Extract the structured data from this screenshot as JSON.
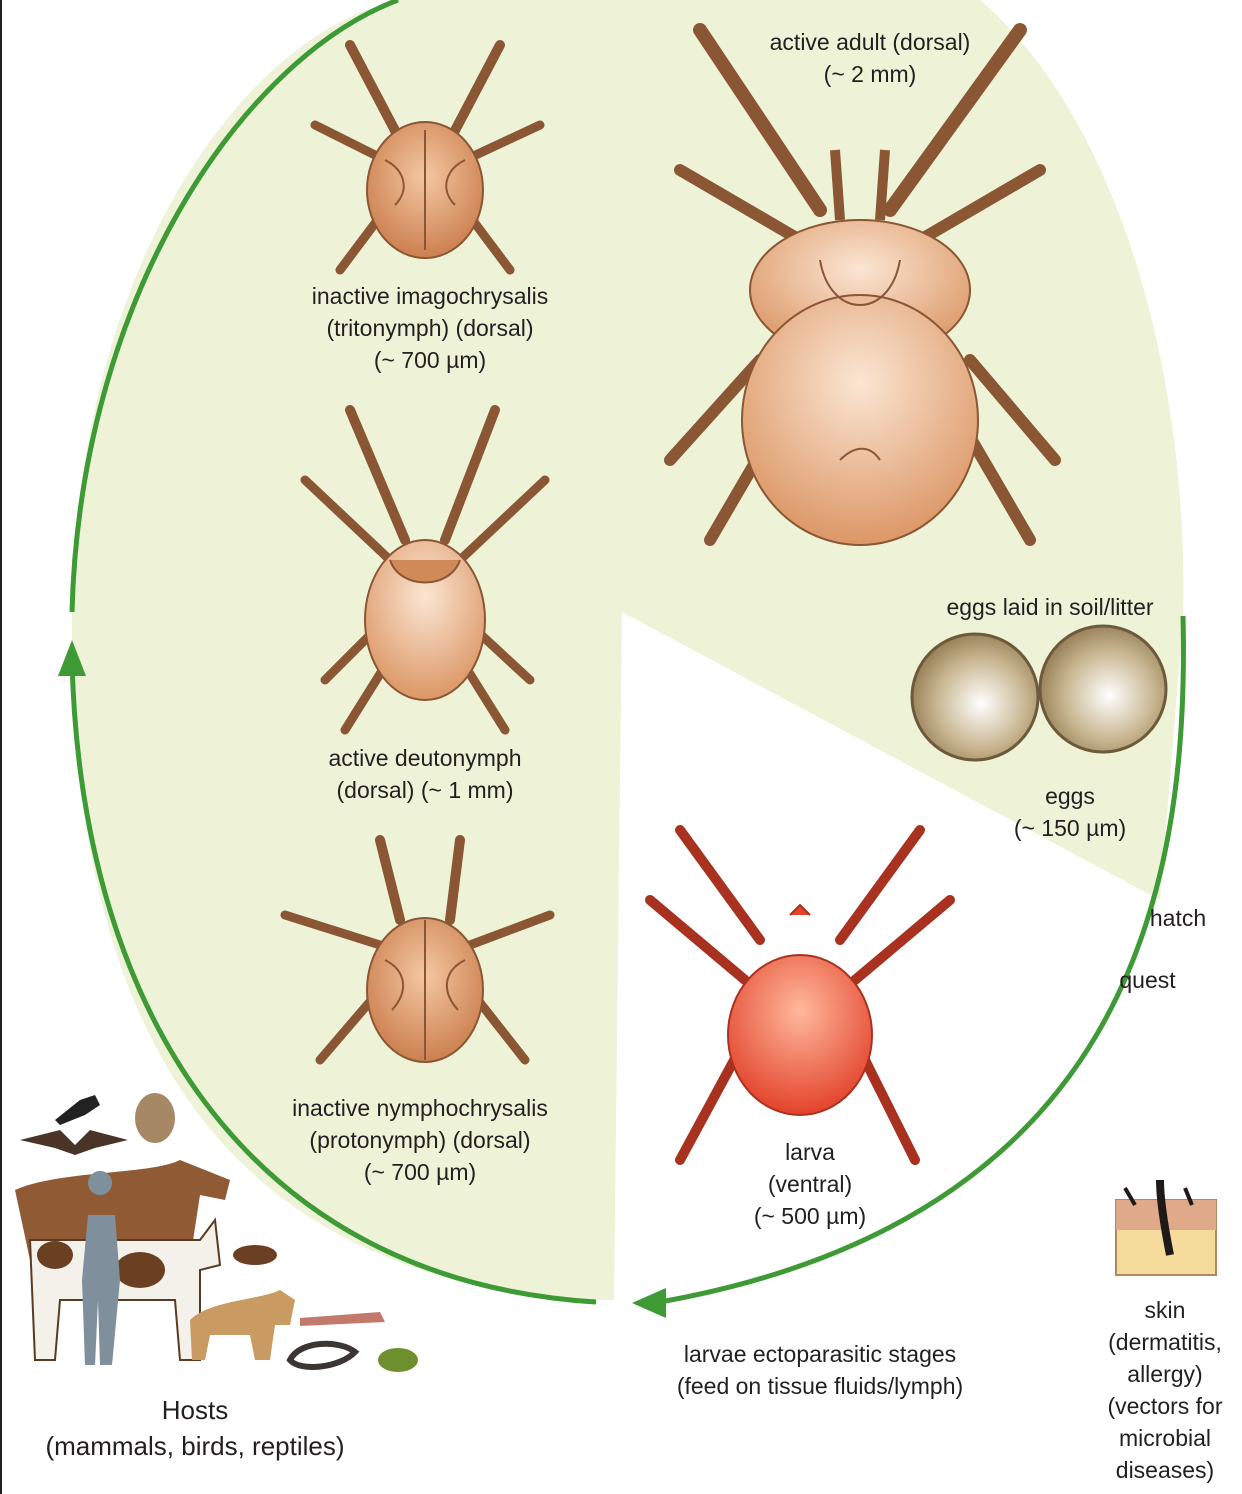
{
  "colors": {
    "cycle_arrow": "#3d9a35",
    "cycle_fill": "#eef3d8",
    "mite_body": "#e3a67a",
    "mite_outline": "#8a5634",
    "larva_body": "#e5432a",
    "egg": "#a8906a"
  },
  "stages": {
    "adult": {
      "lines": [
        "active adult (dorsal)",
        "(~ 2 mm)"
      ]
    },
    "eggs_laid": {
      "text": "eggs laid in soil/litter"
    },
    "eggs": {
      "lines": [
        "eggs",
        "(~ 150 µm)"
      ]
    },
    "hatch": {
      "text": "hatch"
    },
    "quest": {
      "text": "quest"
    },
    "larva": {
      "lines": [
        "larva",
        "(ventral)",
        "(~ 500 µm)"
      ]
    },
    "larvae_feeding": {
      "lines": [
        "larvae ectoparasitic stages",
        "(feed on tissue fluids/lymph)"
      ]
    },
    "protonymph": {
      "lines": [
        "inactive nymphochrysalis",
        "(protonymph) (dorsal)",
        "(~ 700 µm)"
      ]
    },
    "deutonymph": {
      "lines": [
        "active deutonymph",
        "(dorsal) (~ 1 mm)"
      ]
    },
    "tritonymph": {
      "lines": [
        "inactive imagochrysalis",
        "(tritonymph) (dorsal)",
        "(~ 700 µm)"
      ]
    }
  },
  "hosts": {
    "lines": [
      "Hosts",
      "(mammals, birds, reptiles)"
    ]
  },
  "skin": {
    "lines": [
      "skin",
      "(dermatitis,",
      "allergy)",
      "(vectors for",
      "microbial",
      "diseases)"
    ]
  }
}
